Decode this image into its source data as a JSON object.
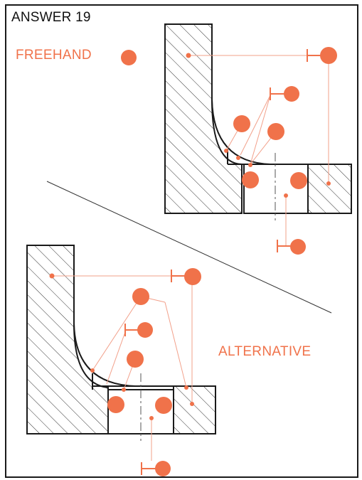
{
  "title": "ANSWER 19",
  "labels": {
    "freehand": "FREEHAND",
    "alternative": "ALTERNATIVE"
  },
  "colors": {
    "accent": "#f0724a",
    "line": "#1a1a1a",
    "leader": "#f2a08a"
  }
}
